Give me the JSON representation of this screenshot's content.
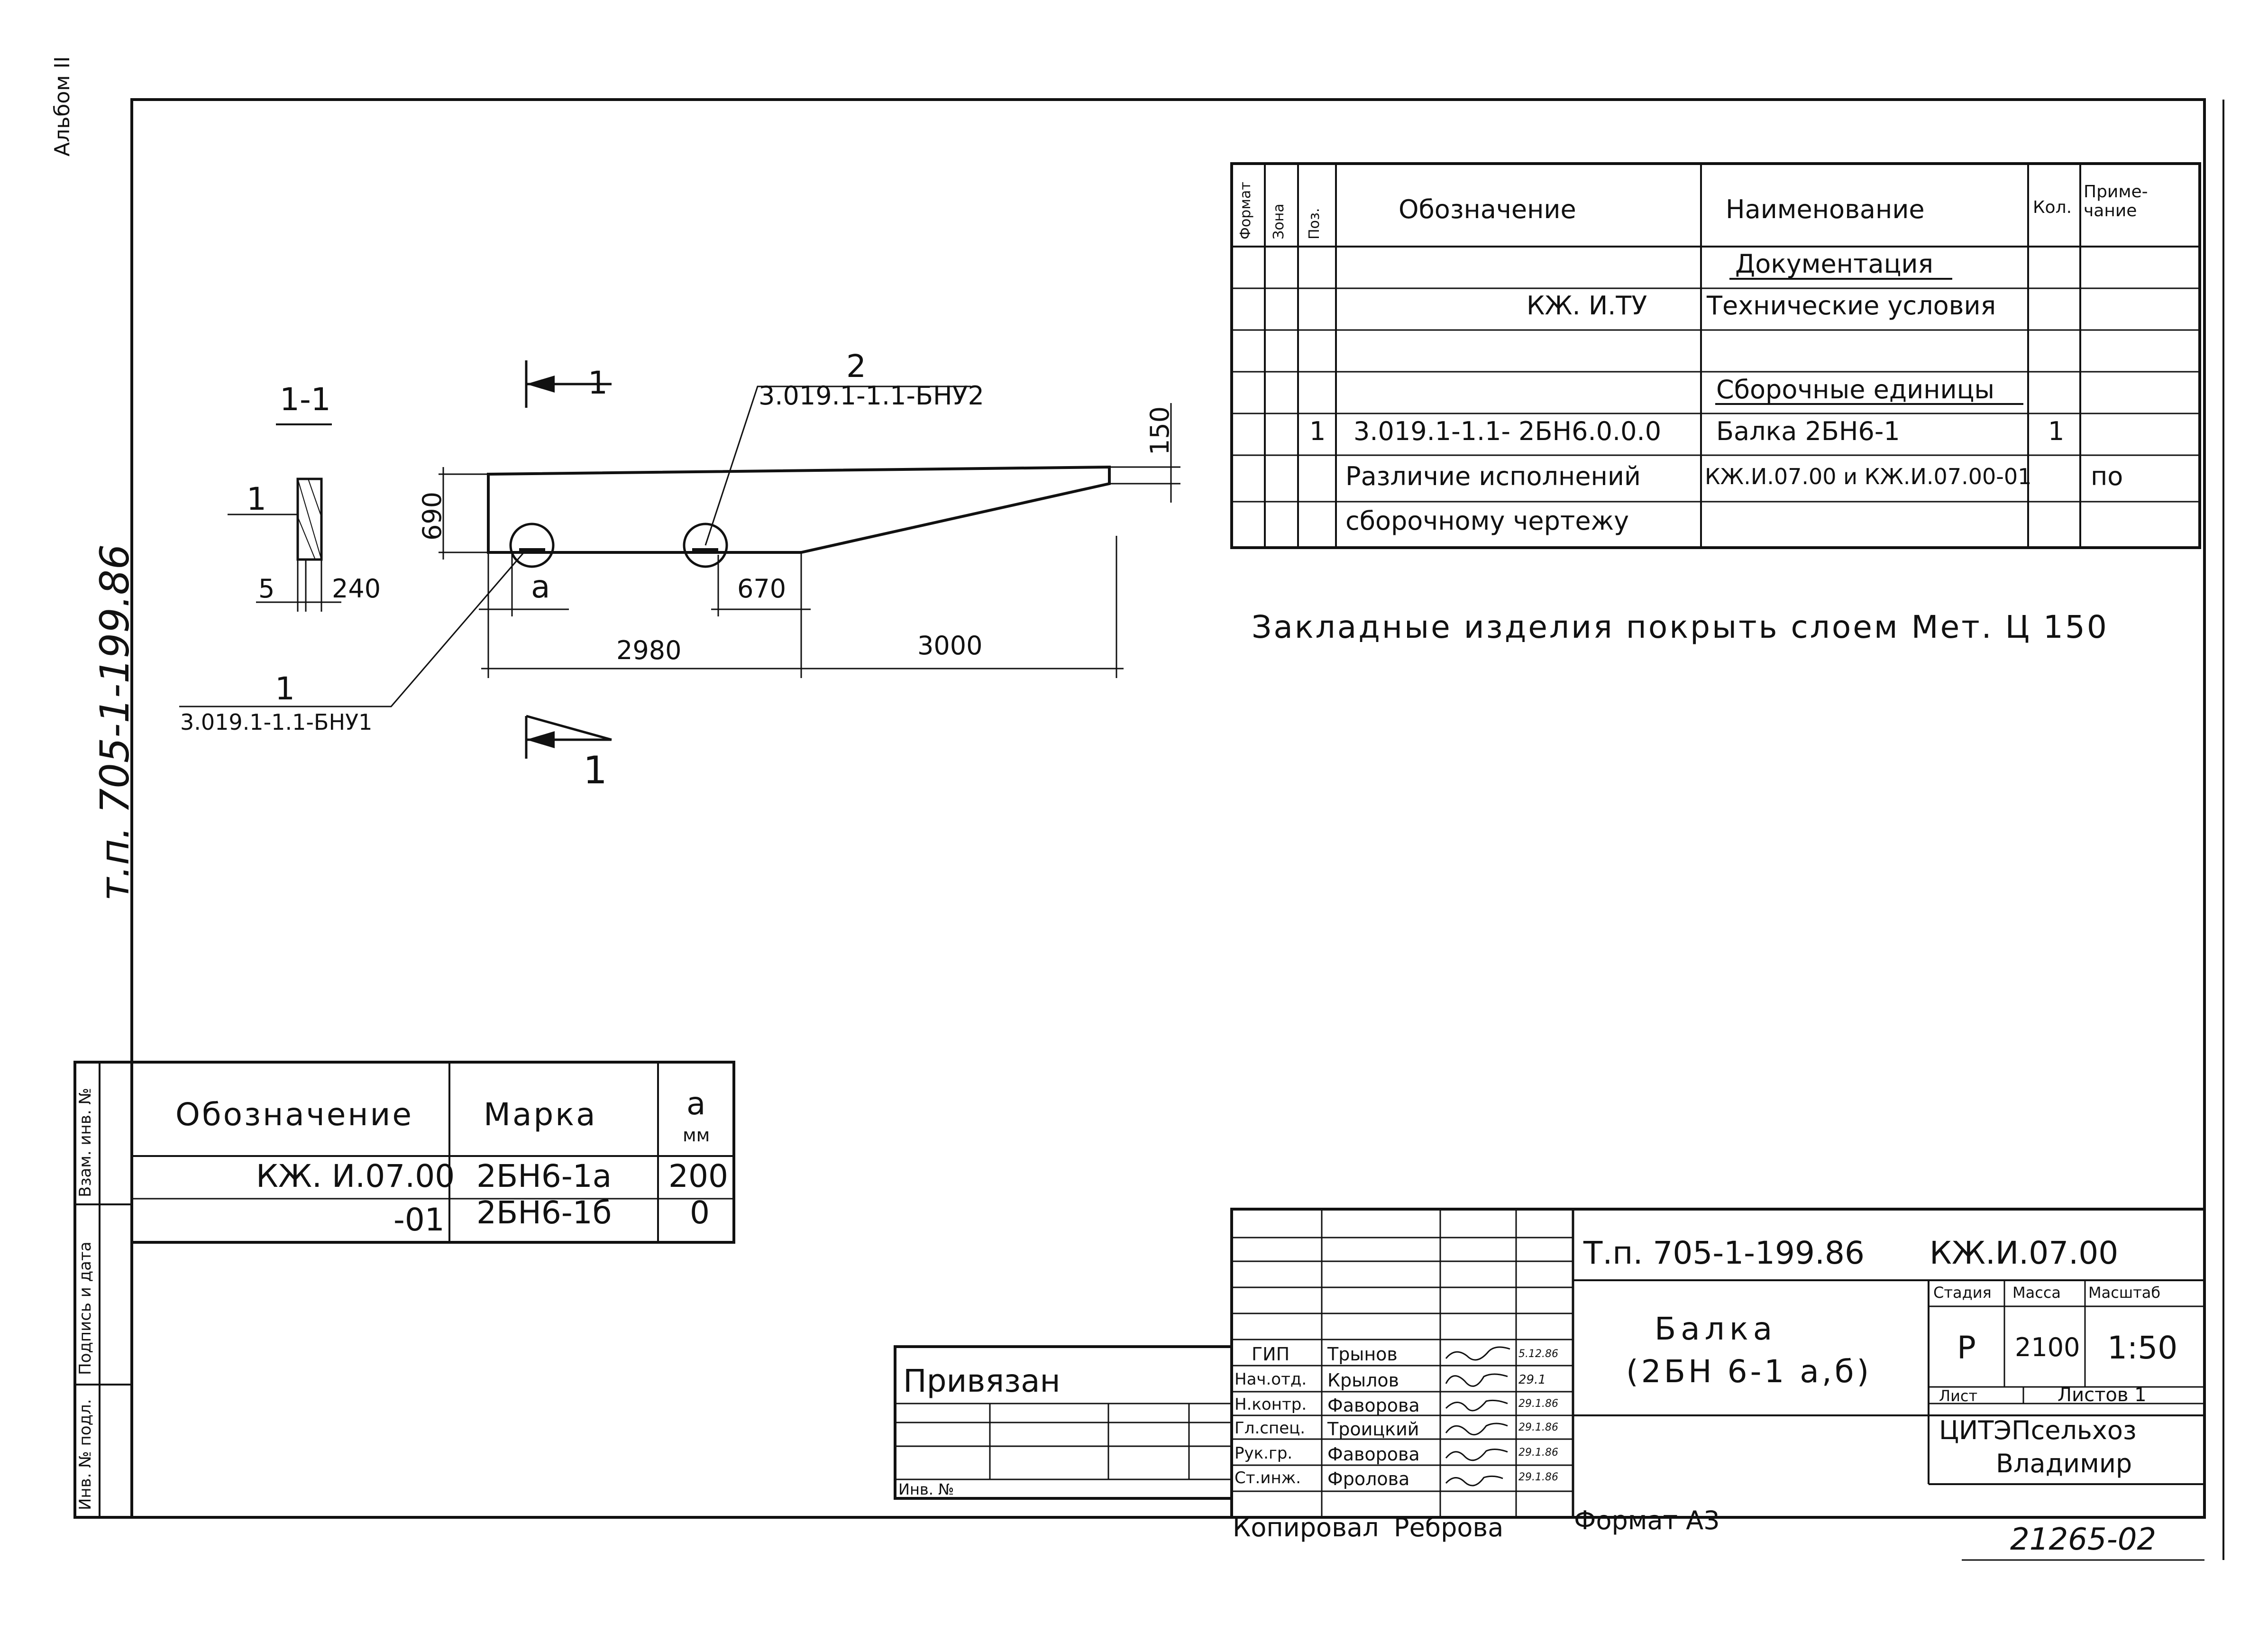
{
  "margin": {
    "album": "Альбом II",
    "project": "т.п. 705-1-199.86",
    "stamp_labels": [
      "Инв. № подл.",
      "Подпись и дата",
      "Взам. инв. №"
    ]
  },
  "spec_table": {
    "headers": [
      "Формат",
      "Зона",
      "Поз.",
      "Обозначение",
      "Наименование",
      "Кол.",
      "Приме-\nчание"
    ],
    "rows": [
      {
        "oboz": "",
        "naim": "Документация",
        "kol": "",
        "prim": ""
      },
      {
        "oboz": "КЖ. И.ТУ",
        "naim": "Технические условия",
        "kol": "",
        "prim": ""
      },
      {
        "oboz": "",
        "naim": "",
        "kol": "",
        "prim": ""
      },
      {
        "oboz": "",
        "naim": "Сборочные единицы",
        "kol": "",
        "prim": ""
      },
      {
        "poz": "1",
        "oboz": "3.019.1-1.1- 2БН6.0.0.0",
        "naim": "Балка 2БН6-1",
        "kol": "1",
        "prim": ""
      },
      {
        "oboz": "Различие исполнений",
        "naim": "КЖ.И.07.00 и КЖ.И.07.00-01",
        "kol": "",
        "prim": "по"
      },
      {
        "oboz": "сборочному чертежу",
        "naim": "",
        "kol": "",
        "prim": ""
      }
    ]
  },
  "note": "Закладные изделия покрыть слоем Мет. Ц 150",
  "drawing": {
    "section_label": "1-1",
    "callout_1": "1",
    "dim_5": "5",
    "dim_240": "240",
    "dim_690": "690",
    "dim_150": "150",
    "dim_a": "а",
    "dim_670": "670",
    "dim_2980": "2980",
    "dim_3000": "3000",
    "pos2_num": "2",
    "pos2_code": "3.019.1-1.1-БНУ2",
    "pos1_num": "1",
    "pos1_code": "3.019.1-1.1-БНУ1",
    "cut_top": "1",
    "cut_bottom": "1"
  },
  "variants_table": {
    "headers": [
      "Обозначение",
      "Марка",
      "а",
      "мм"
    ],
    "rows": [
      {
        "oboz": "КЖ. И.07.00",
        "marka": "2БН6-1а",
        "a": "200"
      },
      {
        "oboz": "-01",
        "marka": "2БН6-1б",
        "a": "0"
      }
    ]
  },
  "title_block": {
    "project_code": "Т.п. 705-1-199.86",
    "doc_code": "КЖ.И.07.00",
    "title_line1": "Балка",
    "title_line2": "(2БН 6-1 а,б)",
    "stage_header": "Стадия",
    "mass_header": "Масса",
    "scale_header": "Масштаб",
    "stage": "Р",
    "mass": "2100",
    "scale": "1:50",
    "sheet_label": "Лист",
    "sheets_label": "Листов 1",
    "org_line1": "ЦИТЭПсельхоз",
    "org_line2": "Владимир",
    "privyazan": "Привязан",
    "inv_label": "Инв. №",
    "signers": [
      {
        "role": "ГИП",
        "name": "Трынов",
        "date": "5.12.86"
      },
      {
        "role": "Нач.отд.",
        "name": "Крылов",
        "date": "29.1"
      },
      {
        "role": "Н.контр.",
        "name": "Фаворова",
        "date": "29.1.86"
      },
      {
        "role": "Гл.спец.",
        "name": "Троицкий",
        "date": "29.1.86"
      },
      {
        "role": "Рук.гр.",
        "name": "Фаворова",
        "date": "29.1.86"
      },
      {
        "role": "Ст.инж.",
        "name": "Фролова",
        "date": "29.1.86"
      }
    ]
  },
  "footer": {
    "copied": "Копировал",
    "copier": "Реброва",
    "format": "Формат А3",
    "number": "21265-02"
  }
}
